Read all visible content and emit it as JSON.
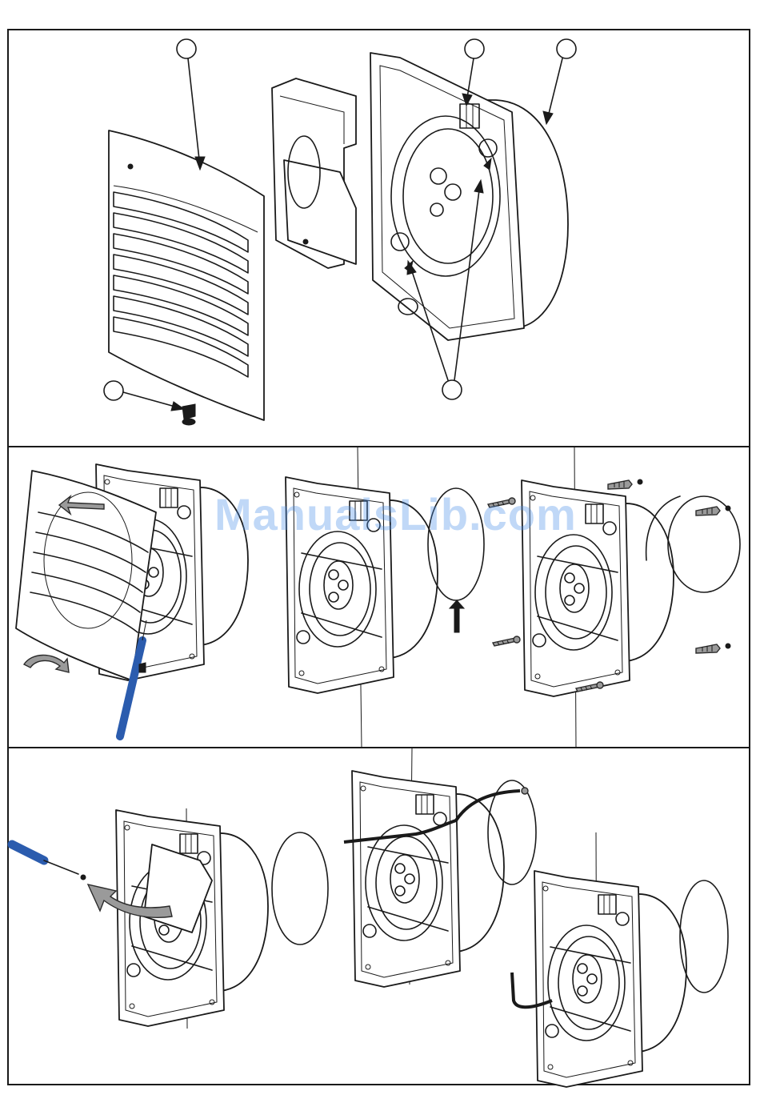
{
  "document": {
    "watermark": "ManualsLib.com",
    "panels": [
      {
        "name": "exploded-view"
      },
      {
        "name": "installation-steps-row-2"
      },
      {
        "name": "installation-steps-row-3"
      }
    ],
    "callouts": [
      "",
      "",
      "",
      "",
      ""
    ]
  },
  "colors": {
    "border": "#1a1a1a",
    "watermark": "#4a8fe7",
    "screwdriver_handle": "#2b5cae",
    "background": "#ffffff"
  }
}
